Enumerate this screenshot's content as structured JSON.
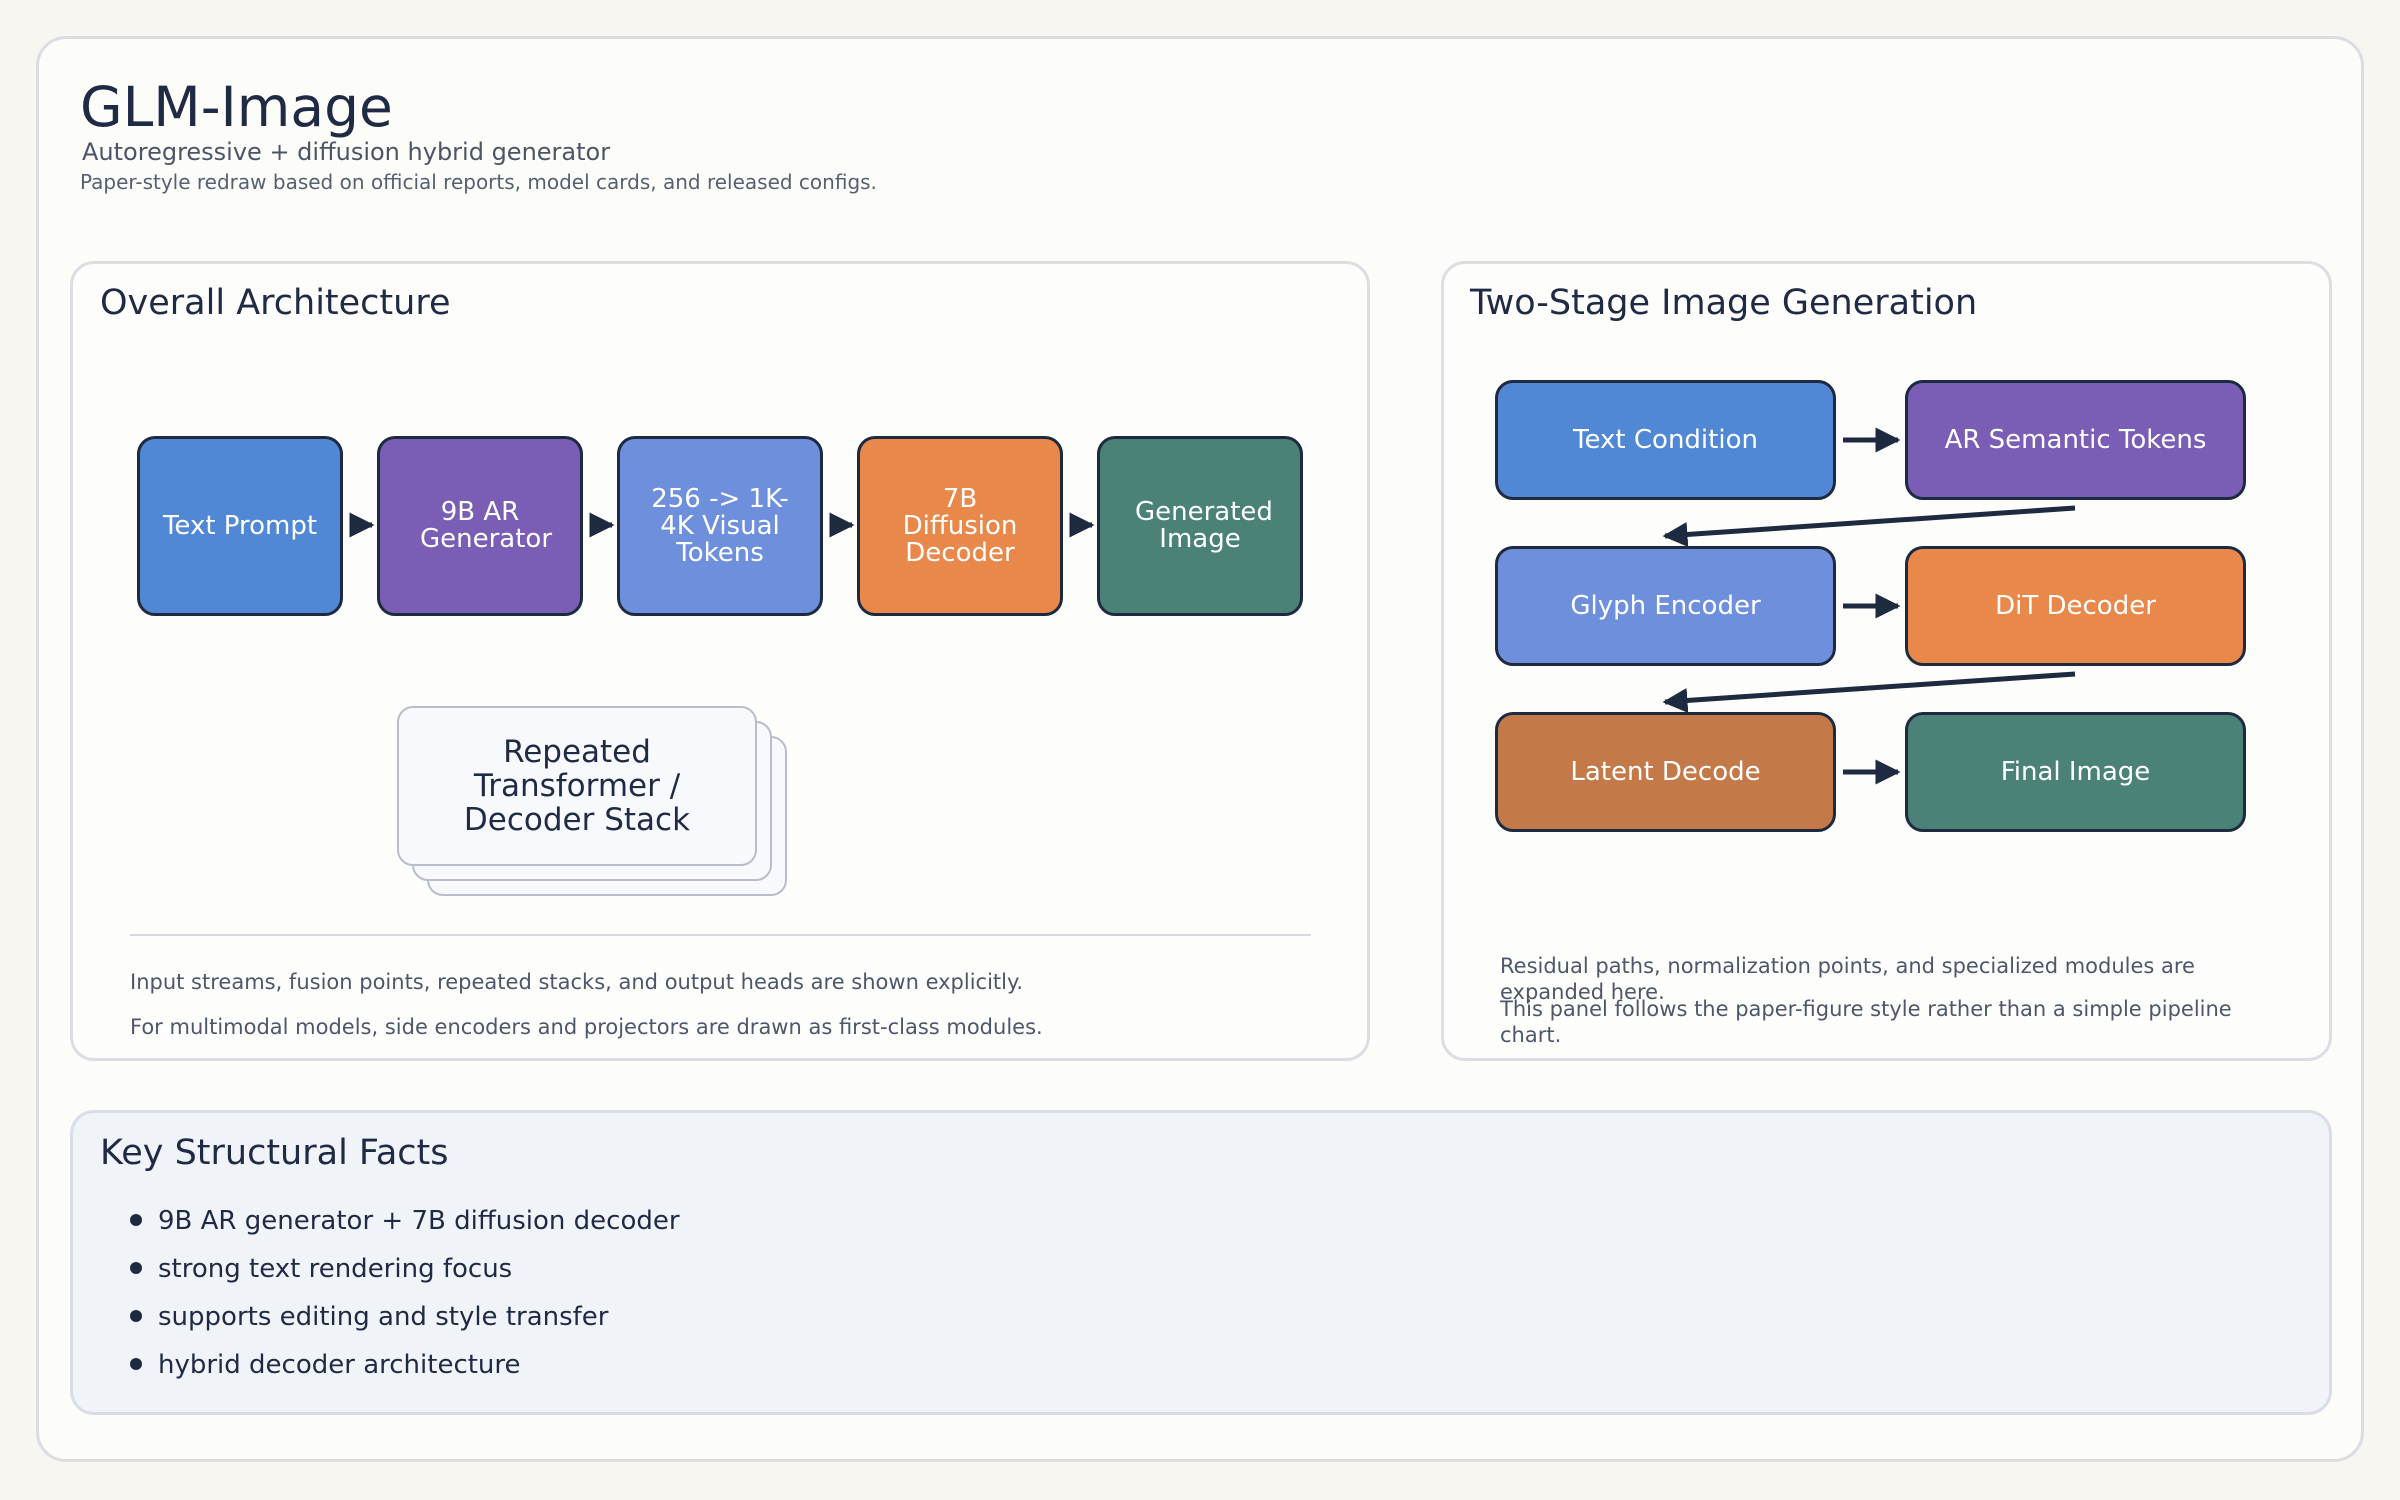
{
  "header": {
    "title": "GLM-Image",
    "subtitle": "Autoregressive + diffusion hybrid generator",
    "note": "Paper-style redraw based on official reports, model cards, and released configs."
  },
  "architecture": {
    "title": "Overall Architecture",
    "nodes": [
      {
        "label": "Text Prompt",
        "color": "#5088d6"
      },
      {
        "label": "9B AR Generator",
        "color": "#7a5db5"
      },
      {
        "label": "256 -> 1K-4K Visual Tokens",
        "color": "#6e8fdb"
      },
      {
        "label": "7B Diffusion Decoder",
        "color": "#e8884a"
      },
      {
        "label": "Generated Image",
        "color": "#4a8278"
      }
    ],
    "stack_label": "Repeated Transformer / Decoder Stack",
    "captions": [
      "Input streams, fusion points, repeated stacks, and output heads are shown explicitly.",
      "For multimodal models, side encoders and projectors are drawn as first-class modules."
    ]
  },
  "two_stage": {
    "title": "Two-Stage Image Generation",
    "nodes": [
      {
        "label": "Text Condition",
        "color": "#5088d6"
      },
      {
        "label": "AR Semantic Tokens",
        "color": "#7a5db5"
      },
      {
        "label": "Glyph Encoder",
        "color": "#6e8fdb"
      },
      {
        "label": "DiT Decoder",
        "color": "#e8884a"
      },
      {
        "label": "Latent Decode",
        "color": "#c47a48"
      },
      {
        "label": "Final Image",
        "color": "#4a8278"
      }
    ],
    "captions": [
      "Residual paths, normalization points, and specialized modules are expanded here.",
      "This panel follows the paper-figure style rather than a simple pipeline chart."
    ]
  },
  "facts": {
    "title": "Key Structural Facts",
    "items": [
      "9B AR generator + 7B diffusion decoder",
      "strong text rendering focus",
      "supports editing and style transfer",
      "hybrid decoder architecture"
    ]
  }
}
